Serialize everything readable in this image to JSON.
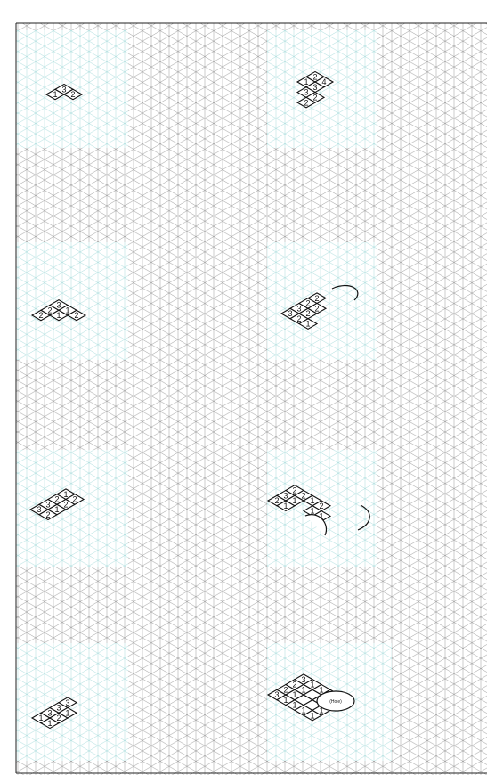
{
  "worksheet": {
    "puzzles": [
      {
        "id": "p1",
        "cells": [
          {
            "u": 0,
            "v": 0,
            "n": "1"
          },
          {
            "u": 1,
            "v": 0,
            "n": "3"
          },
          {
            "u": 1,
            "v": 1,
            "n": "2"
          }
        ]
      },
      {
        "id": "p2",
        "cells": [
          {
            "u": 0,
            "v": 0,
            "n": "1"
          },
          {
            "u": 1,
            "v": 0,
            "n": "2"
          },
          {
            "u": 1,
            "v": 1,
            "n": "4"
          },
          {
            "u": 0,
            "v": 1,
            "n": "3"
          },
          {
            "u": -1,
            "v": 1,
            "n": "3"
          },
          {
            "u": -1,
            "v": 2,
            "n": "2"
          },
          {
            "u": -2,
            "v": 2,
            "n": "2"
          }
        ]
      },
      {
        "id": "p3",
        "cells": [
          {
            "u": 0,
            "v": 0,
            "n": "2"
          },
          {
            "u": 1,
            "v": 0,
            "n": "2"
          },
          {
            "u": 2,
            "v": 0,
            "n": "3"
          },
          {
            "u": 1,
            "v": 1,
            "n": "1"
          },
          {
            "u": 2,
            "v": 1,
            "n": "1"
          },
          {
            "u": 2,
            "v": 2,
            "n": "2"
          }
        ]
      },
      {
        "id": "p4",
        "cells": [
          {
            "u": 0,
            "v": 0,
            "n": "3"
          },
          {
            "u": 1,
            "v": 0,
            "n": "3"
          },
          {
            "u": 2,
            "v": 0,
            "n": "2"
          },
          {
            "u": 3,
            "v": 0,
            "n": "2"
          },
          {
            "u": 0,
            "v": 1,
            "n": "2"
          },
          {
            "u": 1,
            "v": 1,
            "n": "2"
          },
          {
            "u": 2,
            "v": 1,
            "n": "2"
          },
          {
            "u": 0,
            "v": 2,
            "n": "1"
          }
        ]
      },
      {
        "id": "p5",
        "cells": [
          {
            "u": 0,
            "v": 0,
            "n": "3"
          },
          {
            "u": 1,
            "v": 0,
            "n": "3"
          },
          {
            "u": 2,
            "v": 0,
            "n": "2"
          },
          {
            "u": 3,
            "v": 0,
            "n": "1"
          },
          {
            "u": 0,
            "v": 1,
            "n": "2"
          },
          {
            "u": 1,
            "v": 1,
            "n": "1"
          },
          {
            "u": 2,
            "v": 1,
            "n": "2"
          },
          {
            "u": 3,
            "v": 1,
            "n": "2"
          }
        ]
      },
      {
        "id": "p6",
        "cells": [
          {
            "u": 0,
            "v": 0,
            "n": "2"
          },
          {
            "u": 1,
            "v": 0,
            "n": "3"
          },
          {
            "u": 2,
            "v": 0,
            "n": "2"
          },
          {
            "u": 0,
            "v": 1,
            "n": "1"
          },
          {
            "u": 1,
            "v": 1,
            "n": "1"
          },
          {
            "u": 2,
            "v": 1,
            "n": "2"
          },
          {
            "u": 2,
            "v": 2,
            "n": "1"
          },
          {
            "u": 2,
            "v": 3,
            "n": "2"
          },
          {
            "u": 1,
            "v": 3,
            "n": "1"
          },
          {
            "u": 1,
            "v": 4,
            "n": "1"
          }
        ]
      },
      {
        "id": "p7",
        "cells": [
          {
            "u": 0,
            "v": 0,
            "n": "1"
          },
          {
            "u": 1,
            "v": 0,
            "n": "3"
          },
          {
            "u": 2,
            "v": 0,
            "n": "3"
          },
          {
            "u": 3,
            "v": 0,
            "n": "3"
          },
          {
            "u": 0,
            "v": 1,
            "n": "1"
          },
          {
            "u": 1,
            "v": 1,
            "n": "2"
          },
          {
            "u": 2,
            "v": 1,
            "n": "1"
          }
        ]
      },
      {
        "id": "p8",
        "cells": [
          {
            "u": 0,
            "v": 0,
            "n": "3"
          },
          {
            "u": 1,
            "v": 0,
            "n": "2"
          },
          {
            "u": 2,
            "v": 0,
            "n": "2"
          },
          {
            "u": 3,
            "v": 0,
            "n": "3"
          },
          {
            "u": 0,
            "v": 1,
            "n": "1"
          },
          {
            "u": 1,
            "v": 1,
            "n": "1"
          },
          {
            "u": 2,
            "v": 1,
            "n": "1"
          },
          {
            "u": 3,
            "v": 1,
            "n": "1"
          },
          {
            "u": 0,
            "v": 2,
            "n": "1"
          },
          {
            "u": 1,
            "v": 2,
            "n": ""
          },
          {
            "u": 2,
            "v": 2,
            "n": ""
          },
          {
            "u": 3,
            "v": 2,
            "n": "1"
          },
          {
            "u": 0,
            "v": 3,
            "n": "1"
          },
          {
            "u": 1,
            "v": 3,
            "n": ""
          },
          {
            "u": 2,
            "v": 3,
            "n": ""
          },
          {
            "u": 3,
            "v": 3,
            "n": "1"
          },
          {
            "u": 0,
            "v": 4,
            "n": "1"
          },
          {
            "u": 1,
            "v": 4,
            "n": "1"
          },
          {
            "u": 2,
            "v": 4,
            "n": "1"
          },
          {
            "u": 3,
            "v": 4,
            "n": "1"
          }
        ],
        "hole_label": "(Hole)"
      }
    ]
  }
}
